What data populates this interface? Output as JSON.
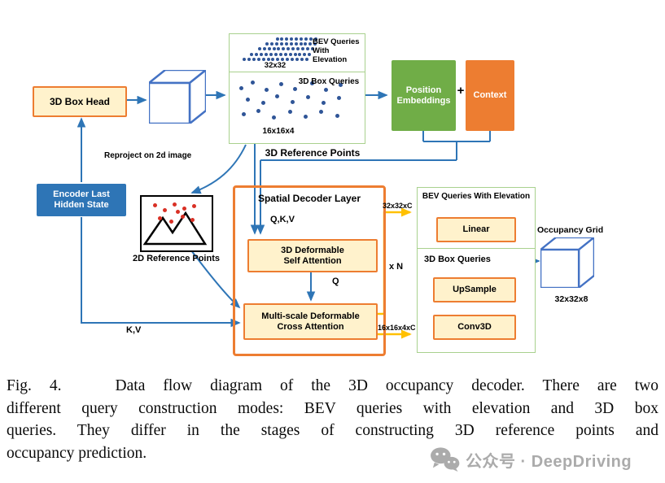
{
  "nodes": {
    "box_head": "3D Box Head",
    "encoder": [
      "Encoder Last",
      "Hidden State"
    ],
    "position_embeddings": [
      "Position",
      "Embeddings"
    ],
    "plus": "+",
    "context": "Context",
    "decoder_title": "Spatial Decoder Layer",
    "self_attention": [
      "3D Deformable",
      "Self Attention"
    ],
    "cross_attention": [
      "Multi-scale Deformable",
      "Cross Attention"
    ],
    "linear": "Linear",
    "upsample": "UpSample",
    "conv3d": "Conv3D"
  },
  "top_panel": {
    "bev_label": [
      "BEV Queries",
      "With Elevation"
    ],
    "bev_size": "32x32",
    "box_queries_label": "3D Box Queries",
    "box_queries_size": "16x16x4"
  },
  "right_panel": {
    "title": "BEV Queries With Elevation",
    "section_label": "3D Box Queries"
  },
  "labels": {
    "reproject": "Reproject on 2d image",
    "ref_points_3d": "3D Reference Points",
    "ref_points_2d": "2D Reference Points",
    "qkv": "Q,K,V",
    "q": "Q",
    "kv": "K,V",
    "xn": "x N",
    "dim_bev": "32x32xC",
    "dim_box": "16x16x4xC",
    "occupancy_grid": "Occupancy Grid",
    "occupancy_size": "32x32x8"
  },
  "caption": {
    "lines": [
      "Fig. 4.   Data flow diagram of the 3D occupancy decoder. There are two",
      "different query construction modes: BEV queries with elevation and 3D box",
      "queries. They differ in the stages of constructing 3D reference points and",
      "occupancy prediction."
    ]
  },
  "watermark": {
    "text": "公众号 · DeepDriving"
  },
  "colors": {
    "orange": "#ED7D31",
    "fill_yellow": "#FFF2CC",
    "green": "#70AD47",
    "blue": "#2E75B6",
    "arrow_yellow": "#FFC000",
    "panel_border": "#A9D18E",
    "dot_blue": "#2F5597",
    "dot_red": "#D93025"
  }
}
